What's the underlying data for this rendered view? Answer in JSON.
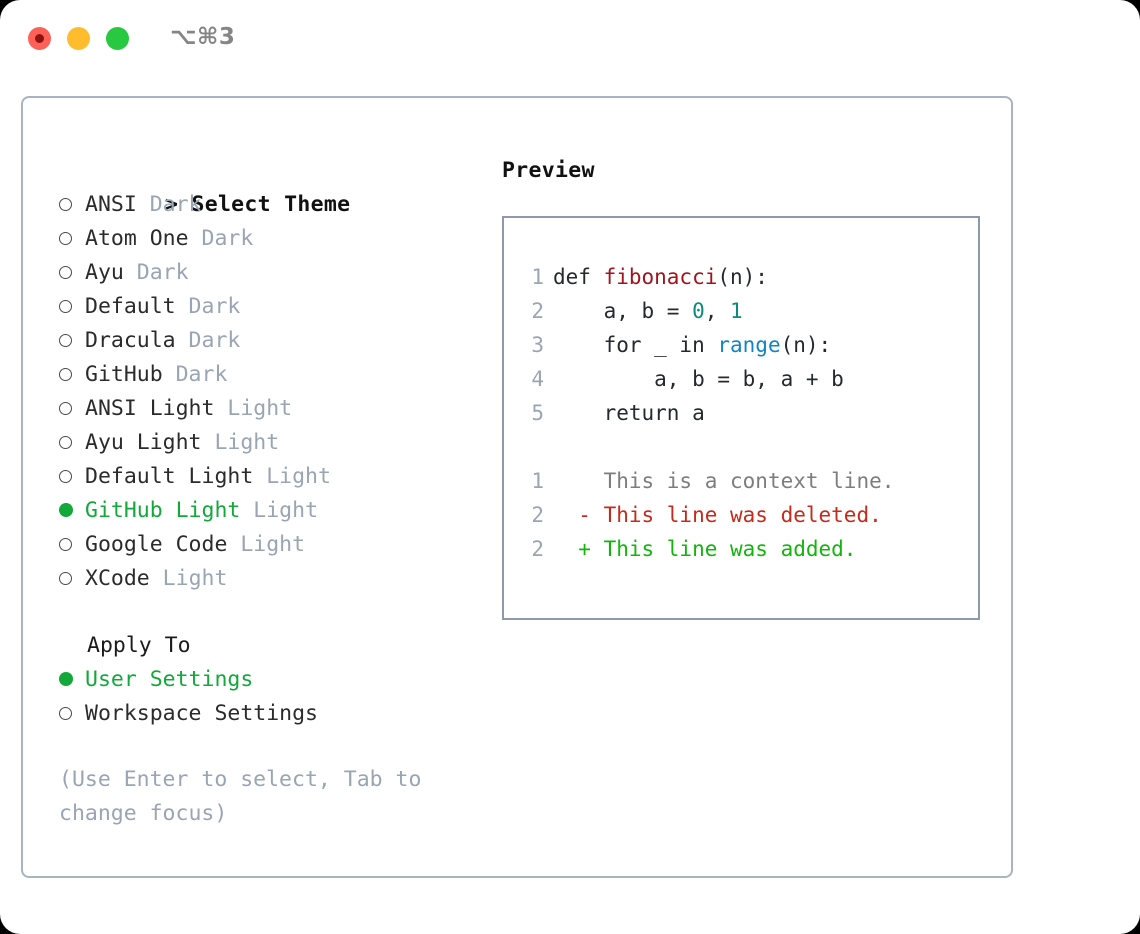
{
  "titlebar": {
    "shortcut": "⌥⌘3",
    "buttons": {
      "close": "close",
      "minimize": "minimize",
      "maximize": "maximize"
    }
  },
  "colors": {
    "accent_green": "#12a83a",
    "muted": "#9aa5b4",
    "border": "#a9b4c2",
    "preview_border": "#8e9aab",
    "code_function": "#a0141e",
    "code_number": "#0d8b7a",
    "code_call": "#1184c4",
    "diff_added": "#13b50c",
    "diff_deleted": "#c42b1c",
    "diff_context": "#7d7d7d"
  },
  "theme_list": {
    "header": "Select Theme",
    "header_prefix": "> ",
    "items": [
      {
        "name": "ANSI",
        "variant": "Dark",
        "selected": false
      },
      {
        "name": "Atom One",
        "variant": "Dark",
        "selected": false
      },
      {
        "name": "Ayu",
        "variant": "Dark",
        "selected": false
      },
      {
        "name": "Default",
        "variant": "Dark",
        "selected": false
      },
      {
        "name": "Dracula",
        "variant": "Dark",
        "selected": false
      },
      {
        "name": "GitHub",
        "variant": "Dark",
        "selected": false
      },
      {
        "name": "ANSI Light",
        "variant": "Light",
        "selected": false
      },
      {
        "name": "Ayu Light",
        "variant": "Light",
        "selected": false
      },
      {
        "name": "Default Light",
        "variant": "Light",
        "selected": false
      },
      {
        "name": "GitHub Light",
        "variant": "Light",
        "selected": true
      },
      {
        "name": "Google Code",
        "variant": "Light",
        "selected": false
      },
      {
        "name": "XCode",
        "variant": "Light",
        "selected": false
      }
    ]
  },
  "apply_to": {
    "header": "Apply To",
    "options": [
      {
        "label": "User Settings",
        "selected": true
      },
      {
        "label": "Workspace Settings",
        "selected": false
      }
    ]
  },
  "hint": "(Use Enter to select, Tab to change focus)",
  "preview": {
    "title": "Preview",
    "code_lines": [
      {
        "num": "1",
        "tokens": [
          {
            "text": "def ",
            "kind": "plain"
          },
          {
            "text": "fibonacci",
            "kind": "fn"
          },
          {
            "text": "(n):",
            "kind": "plain"
          }
        ]
      },
      {
        "num": "2",
        "tokens": [
          {
            "text": "    a, b = ",
            "kind": "plain"
          },
          {
            "text": "0",
            "kind": "num"
          },
          {
            "text": ", ",
            "kind": "plain"
          },
          {
            "text": "1",
            "kind": "num"
          }
        ]
      },
      {
        "num": "3",
        "tokens": [
          {
            "text": "    for _ in ",
            "kind": "plain"
          },
          {
            "text": "range",
            "kind": "call"
          },
          {
            "text": "(n):",
            "kind": "plain"
          }
        ]
      },
      {
        "num": "4",
        "tokens": [
          {
            "text": "        a, b = b, a + b",
            "kind": "plain"
          }
        ]
      },
      {
        "num": "5",
        "tokens": [
          {
            "text": "    return a",
            "kind": "plain"
          }
        ]
      }
    ],
    "diff_lines": [
      {
        "num": "1",
        "marker": " ",
        "text": "This is a context line.",
        "kind": "ctx"
      },
      {
        "num": "2",
        "marker": "-",
        "text": "This line was deleted.",
        "kind": "del"
      },
      {
        "num": "2",
        "marker": "+",
        "text": "This line was added.",
        "kind": "add"
      }
    ]
  }
}
